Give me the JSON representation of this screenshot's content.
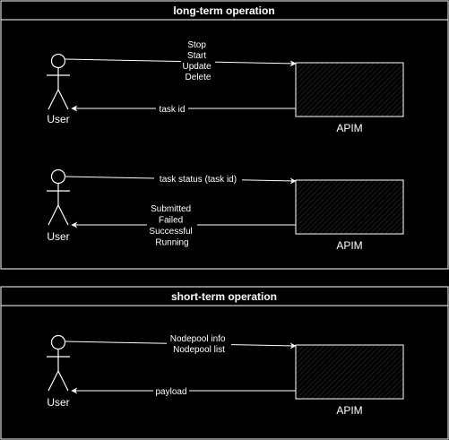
{
  "sections": [
    {
      "title": "long-term operation",
      "flows": [
        {
          "actor": "User",
          "system": "APIM",
          "request_labels": [
            "Stop",
            "Start",
            "Update",
            "Delete"
          ],
          "response_labels": [
            "task id"
          ]
        },
        {
          "actor": "User",
          "system": "APIM",
          "request_labels": [
            "task status (task id)"
          ],
          "response_labels": [
            "Submitted",
            "Failed",
            "Successful",
            "Running"
          ]
        }
      ]
    },
    {
      "title": "short-term operation",
      "flows": [
        {
          "actor": "User",
          "system": "APIM",
          "request_labels": [
            "Nodepool info",
            "Nodepool list"
          ],
          "response_labels": [
            "payload"
          ]
        }
      ]
    }
  ],
  "colors": {
    "background": "#000000",
    "stroke": "#ffffff",
    "label_bg": "#000000",
    "box_fill": "#1a1a1a"
  }
}
